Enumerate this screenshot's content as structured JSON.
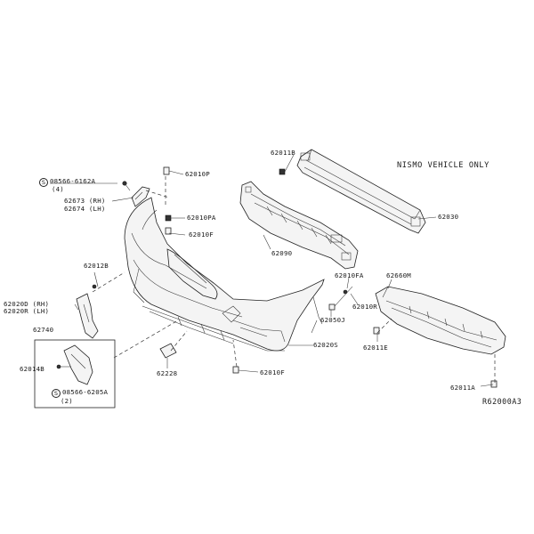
{
  "diagram": {
    "note": "NISMO VEHICLE ONLY",
    "reference": "R62000A3",
    "labels": {
      "p62011B": "62011B",
      "p62030": "62030",
      "p62090": "62090",
      "p62010P": "62010P",
      "p62010PA": "62010PA",
      "p62010F_top": "62010F",
      "p62673": "62673 (RH)",
      "p62674": "62674 (LH)",
      "bolt_top_code": "08566-6162A",
      "bolt_top_qty": "(4)",
      "p62012B": "62012B",
      "p62020": "62020D (RH)",
      "p62020R": "62020R (LH)",
      "p62740": "62740",
      "p62014B": "62014B",
      "bolt_box_code": "08566-6205A",
      "bolt_box_qty": "(2)",
      "p62228": "62228",
      "p62010F_bot": "62010F",
      "p62020S": "62020S",
      "p62010FA": "62010FA",
      "p62010R": "62010R",
      "p62050J": "62050J",
      "p62660M": "62660M",
      "p62011E": "62011E",
      "p62011A": "62011A"
    }
  },
  "icons": {
    "screw_symbol": "S"
  }
}
